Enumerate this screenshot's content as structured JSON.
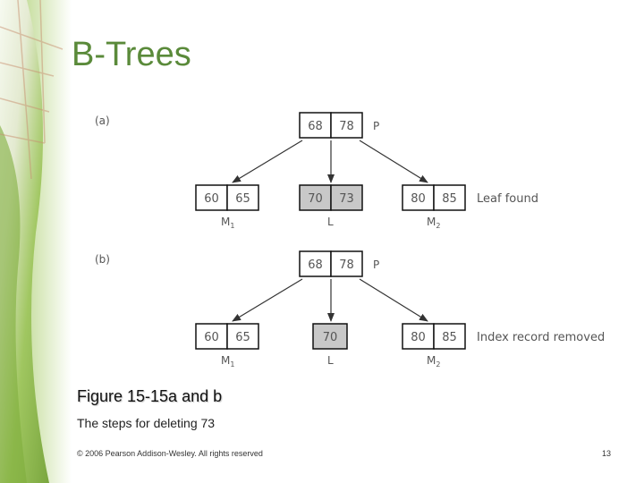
{
  "slide": {
    "title": "B-Trees",
    "caption_title": "Figure 15-15a and b",
    "caption_text": "The steps for deleting 73",
    "footer": "© 2006 Pearson Addison-Wesley. All rights reserved",
    "page_number": "13"
  },
  "diagram_a": {
    "label": "(a)",
    "root": {
      "keys": [
        "68",
        "78"
      ],
      "name": "P"
    },
    "left": {
      "keys": [
        "60",
        "65"
      ],
      "name": "M",
      "sub": "1"
    },
    "mid": {
      "keys": [
        "70",
        "73"
      ],
      "name": "L"
    },
    "right": {
      "keys": [
        "80",
        "85"
      ],
      "name": "M",
      "sub": "2"
    },
    "note": "Leaf found"
  },
  "diagram_b": {
    "label": "(b)",
    "root": {
      "keys": [
        "68",
        "78"
      ],
      "name": "P"
    },
    "left": {
      "keys": [
        "60",
        "65"
      ],
      "name": "M",
      "sub": "1"
    },
    "mid": {
      "keys": [
        "70"
      ],
      "name": "L"
    },
    "right": {
      "keys": [
        "80",
        "85"
      ],
      "name": "M",
      "sub": "2"
    },
    "note": "Index record removed"
  },
  "colors": {
    "title": "#5a8a3a",
    "node_fill": "#ffffff",
    "highlight_fill": "#c8c8c8",
    "border": "#111111"
  }
}
